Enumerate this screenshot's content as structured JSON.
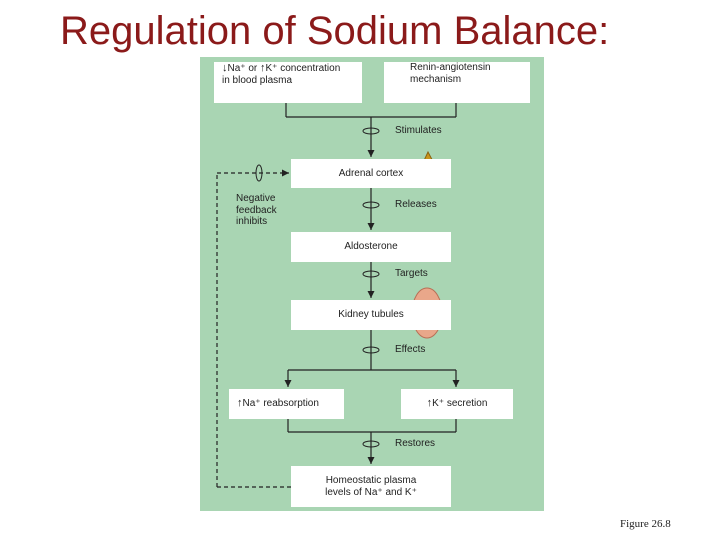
{
  "title": "Regulation of Sodium Balance:",
  "caption": "Figure 26.8",
  "boxes": {
    "na_k": {
      "arrow1": "↓",
      "line1": "Na⁺ or ",
      "arrow2": "↑",
      "line1b": "K⁺ concentration",
      "line2": "in blood plasma"
    },
    "renin": {
      "line1": "Renin-angiotensin",
      "line2": "mechanism"
    },
    "adrenal": "Adrenal cortex",
    "aldosterone": "Aldosterone",
    "kidney": "Kidney tubules",
    "na_reabs": {
      "arrow": "↑",
      "text": "Na⁺ reabsorption"
    },
    "k_secretion": {
      "arrow": "↑",
      "text": "K⁺ secretion"
    },
    "homeostatic": {
      "line1": "Homeostatic plasma",
      "line2": "levels of Na⁺ and K⁺"
    }
  },
  "connectors": {
    "stimulates": "Stimulates",
    "releases": "Releases",
    "targets": "Targets",
    "effects": "Effects",
    "restores": "Restores"
  },
  "feedback": {
    "line1": "Negative",
    "line2": "feedback",
    "line3": "inhibits"
  },
  "colors": {
    "panel": "#a9d5b3",
    "title": "#8b1a1a",
    "line": "#222222"
  }
}
